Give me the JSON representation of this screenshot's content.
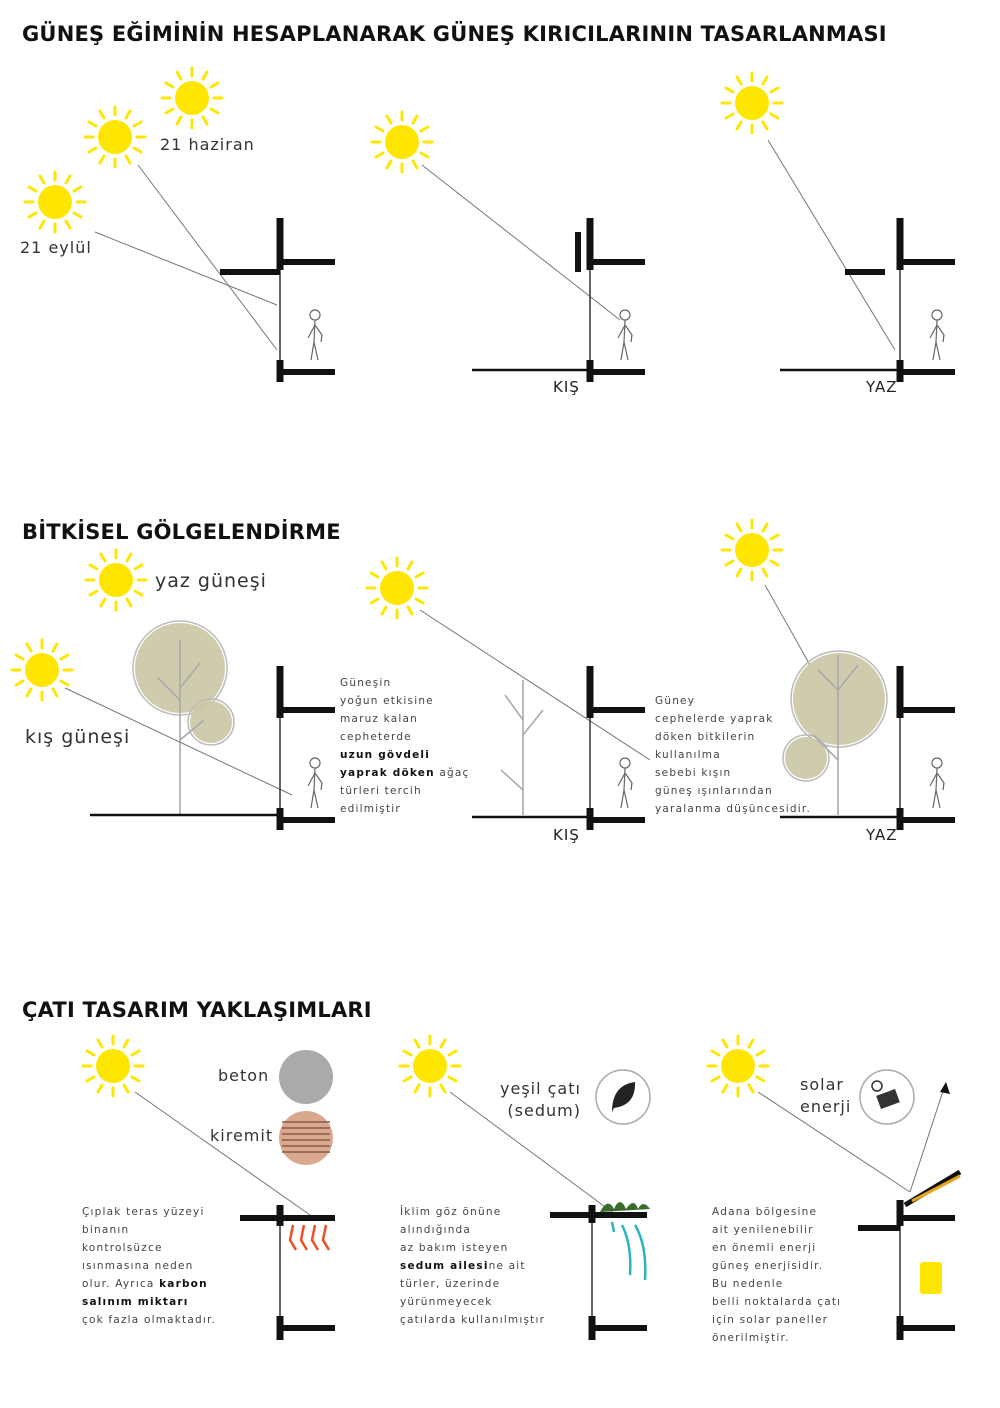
{
  "section1": {
    "title": "GÜNEŞ EĞİMİNİN HESAPLANARAK GÜNEŞ KIRICILARININ TASARLANMASI",
    "label_june": "21 haziran",
    "label_sept": "21 eylül",
    "label_winter": "KIŞ",
    "label_summer": "YAZ"
  },
  "section2": {
    "title": "BİTKİSEL GÖLGELENDİRME",
    "label_summer_sun": "yaz güneşi",
    "label_winter_sun": "kış güneşi",
    "text_left": [
      "Güneşin",
      "yoğun etkisine",
      "maruz kalan",
      "cepheterde",
      "uzun gövdeli",
      "yaprak döken",
      "ağaç",
      "türleri tercih",
      "edilmiştir"
    ],
    "text_right": [
      "Güney",
      "cephelerde yaprak",
      "döken bitkilerin",
      "kullanılma",
      "sebebi kışın",
      "güneş ışınlarından",
      "yaralanma düşüncesidir."
    ],
    "label_winter": "KIŞ",
    "label_summer": "YAZ",
    "foliage_color": "#c9c6a3"
  },
  "section3": {
    "title": "ÇATI TASARIM YAKLAŞIMLARI",
    "label_concrete": "beton",
    "label_tile": "kiremit",
    "label_green_roof": [
      "yeşil çatı",
      "(sedum)"
    ],
    "label_solar": [
      "solar",
      "enerji"
    ],
    "text_left": [
      "Çıplak teras yüzeyi",
      "binanın",
      "kontrolsüzce",
      "ısınmasına neden",
      "olur. Ayrıca",
      "karbon",
      "salınım miktarı",
      "çok fazla olmaktadır."
    ],
    "text_middle": [
      "İklim göz önüne",
      "alındığında",
      "az bakım isteyen",
      "sedum ailesi",
      "ne ait",
      "türler, üzerinde",
      "yürünmeyecek",
      "çatılarda kullanılmıştır"
    ],
    "text_right": [
      "Adana bölgesine",
      "ait yenilenebilir",
      "en önemli enerji",
      "güneş enerjisidir.",
      "Bu nedenle",
      "belli noktalarda çatı",
      "için solar paneller",
      "önerilmiştir."
    ]
  },
  "colors": {
    "sun": "#ffe600",
    "heat_arrow": "#f04e23",
    "water_arrow": "#2bb3c0",
    "structure": "#111111"
  }
}
